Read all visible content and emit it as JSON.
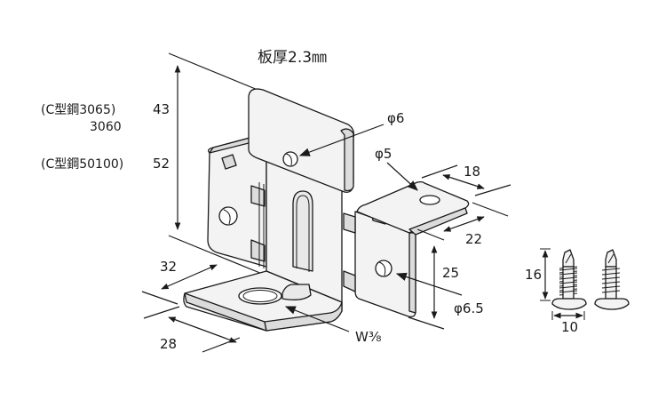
{
  "title": "板厚2.3㎜",
  "side_labels": {
    "c3065": "(C型鋼3065)",
    "c3060": "3060",
    "c50100": "(C型鋼50100)",
    "dim_43": "43",
    "dim_52": "52"
  },
  "dimensions": {
    "hole_top": "φ6",
    "hole_flange": "φ5",
    "flange_width": "18",
    "flange_depth": "22",
    "flange_height": "25",
    "hole_side": "φ6.5",
    "base_depth": "32",
    "base_width": "28",
    "bolt": "W³⁄₈"
  },
  "screw": {
    "length": "16",
    "head_diameter": "10"
  },
  "colors": {
    "line": "#1a1a1a",
    "face_light": "#f3f3f3",
    "face_mid": "#e9e9e9",
    "face_edge": "#dcdcdc",
    "background": "#ffffff"
  }
}
